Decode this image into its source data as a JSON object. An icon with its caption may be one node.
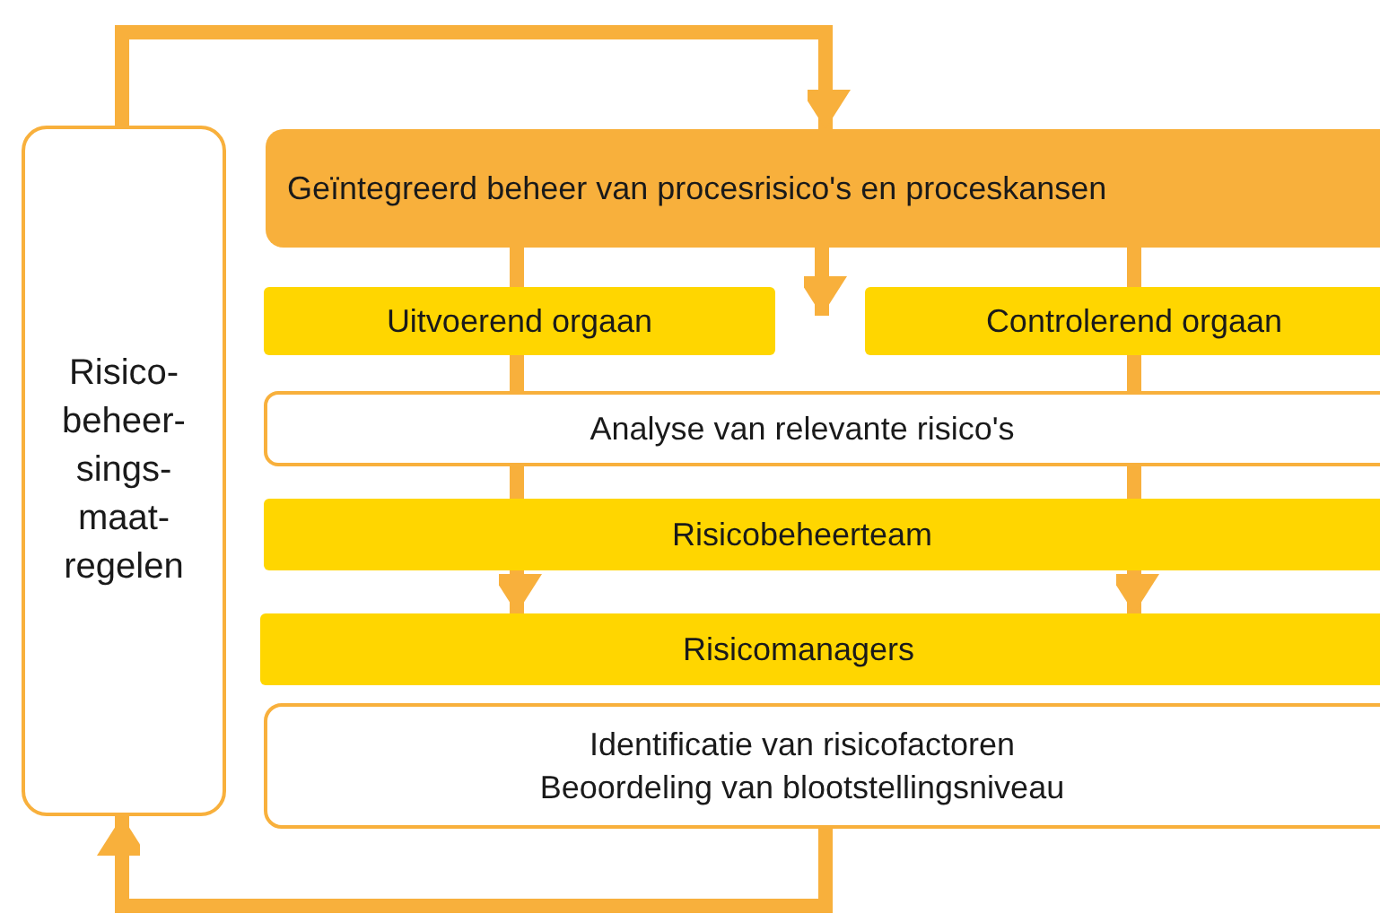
{
  "diagram": {
    "nodes": [
      {
        "text": [
          "Risico- beheer- sings- maat- regelen"
        ]
      },
      {
        "text": [
          "Geïntegreerd beheer van procesrisico's en proceskansen"
        ]
      },
      {
        "text": [
          "Uitvoerend orgaan"
        ]
      },
      {
        "text": [
          "Controlerend orgaan"
        ]
      },
      {
        "text": [
          "Analyse van relevante risico's"
        ]
      },
      {
        "text": [
          "Risicobeheerteam"
        ]
      },
      {
        "text": [
          "Risicomanagers"
        ]
      },
      {
        "text": [
          "Identificatie van risicofactoren",
          "Beoordeling van blootstellingsniveau"
        ]
      }
    ],
    "edges": [
      {
        "from": 0,
        "to": 1,
        "arrow": "to"
      },
      {
        "from": 7,
        "to": 0,
        "arrow": "to"
      },
      {
        "from": 1,
        "to": 4,
        "arrow": "to"
      },
      {
        "from": 1,
        "to": 2,
        "arrow": "none"
      },
      {
        "from": 2,
        "to": 4,
        "arrow": "none"
      },
      {
        "from": 4,
        "to": 5,
        "arrow": "none"
      },
      {
        "from": 5,
        "to": 6,
        "arrow": "to"
      },
      {
        "from": 1,
        "to": 3,
        "arrow": "none"
      },
      {
        "from": 3,
        "to": 4,
        "arrow": "none"
      },
      {
        "from": 4,
        "to": 5,
        "arrow": "none"
      },
      {
        "from": 5,
        "to": 6,
        "arrow": "to"
      }
    ]
  }
}
